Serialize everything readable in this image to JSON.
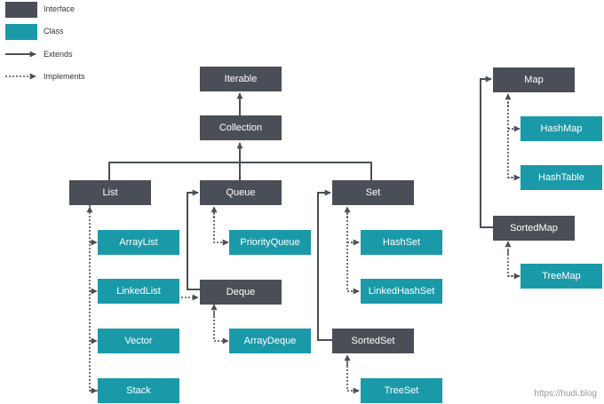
{
  "legend": {
    "interface": "Interface",
    "class": "Class",
    "extends": "Extends",
    "implements": "Implements"
  },
  "nodes": {
    "iterable": "Iterable",
    "collection": "Collection",
    "list": "List",
    "queue": "Queue",
    "set": "Set",
    "arraylist": "ArrayList",
    "linkedlist": "LinkedList",
    "vector": "Vector",
    "stack": "Stack",
    "priorityqueue": "PriorityQueue",
    "deque": "Deque",
    "arraydeque": "ArrayDeque",
    "hashset": "HashSet",
    "linkedhashset": "LinkedHashSet",
    "sortedset": "SortedSet",
    "treeset": "TreeSet",
    "map": "Map",
    "hashmap": "HashMap",
    "hashtable": "HashTable",
    "sortedmap": "SortedMap",
    "treemap": "TreeMap"
  },
  "colors": {
    "interface": "#4a4f57",
    "class": "#1a9aa9",
    "line": "#4a4f57"
  },
  "watermark": "https://hudi.blog"
}
